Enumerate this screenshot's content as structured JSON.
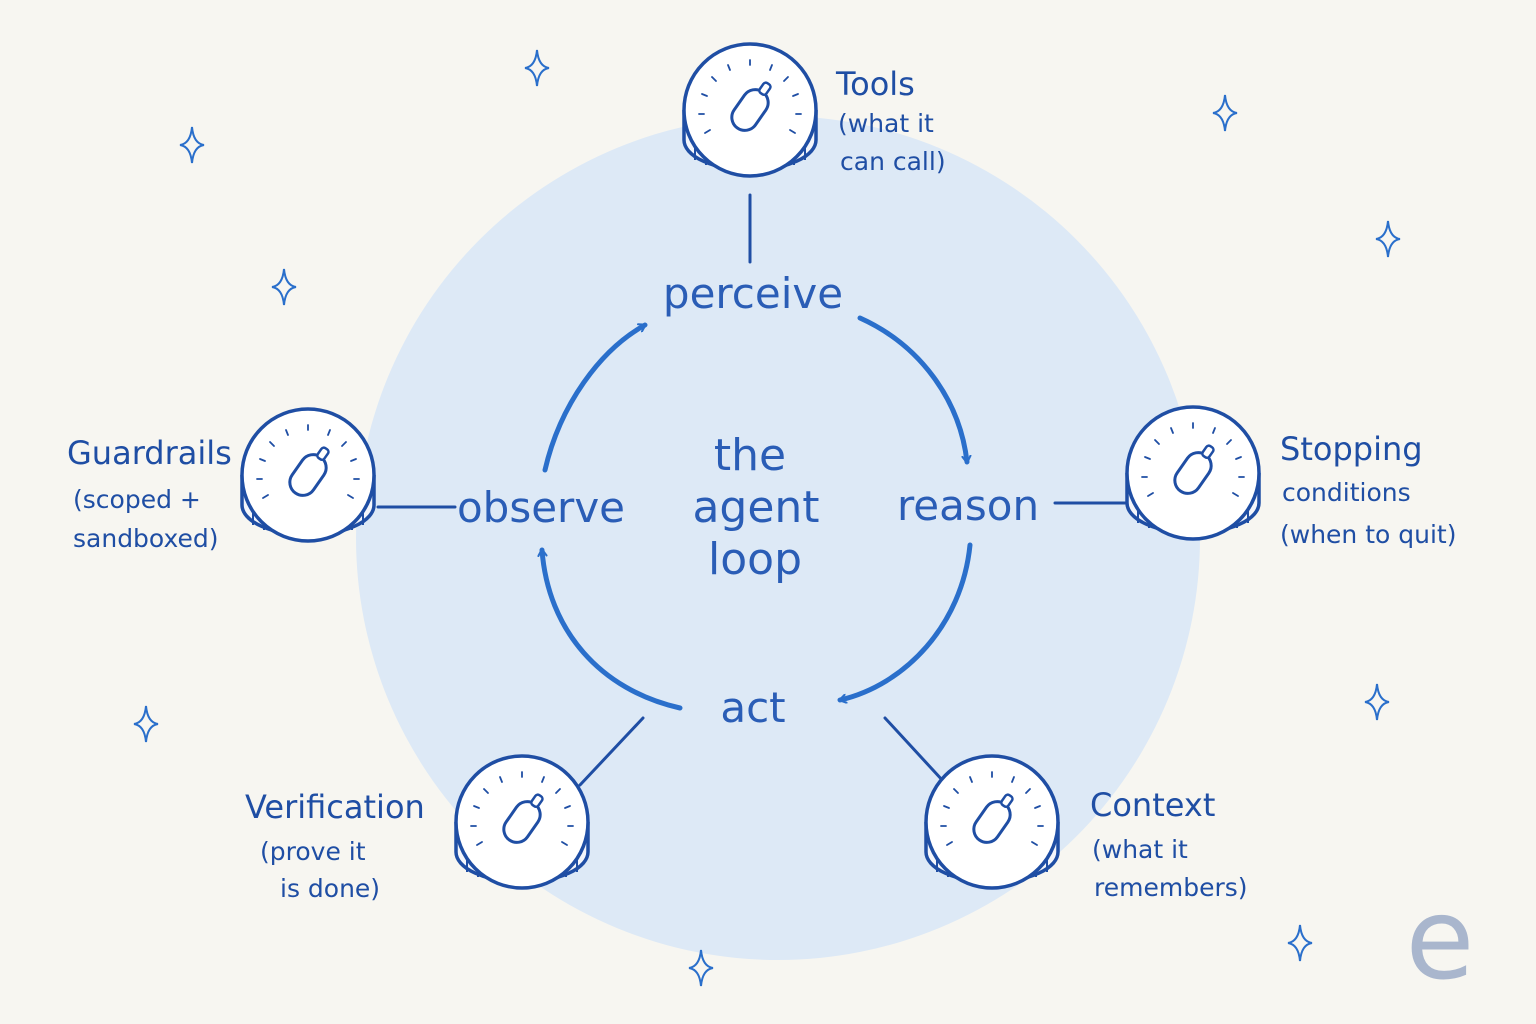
{
  "colors": {
    "background": "#f7f6f1",
    "circle": "#dde9f6",
    "ink": "#2a5db6",
    "ink_dark": "#1f4ea4",
    "logo": "#a9b6cd"
  },
  "diagram": {
    "center": [
      "the",
      "agent",
      "loop"
    ],
    "stages": {
      "perceive": "perceive",
      "reason": "reason",
      "act": "act",
      "observe": "observe"
    },
    "knobs": {
      "tools": {
        "title": "Tools",
        "lines": [
          "(what it",
          "can call)"
        ],
        "icon": "dial-knob-icon"
      },
      "stopping": {
        "title": "Stopping",
        "lines": [
          "conditions",
          "(when to quit)"
        ],
        "icon": "dial-knob-icon"
      },
      "context": {
        "title": "Context",
        "lines": [
          "(what it",
          "remembers)"
        ],
        "icon": "dial-knob-icon"
      },
      "verification": {
        "title": "Verification",
        "lines": [
          "(prove it",
          "is done)"
        ],
        "icon": "dial-knob-icon"
      },
      "guardrails": {
        "title": "Guardrails",
        "lines": [
          "(scoped +",
          "sandboxed)"
        ],
        "icon": "dial-knob-icon"
      }
    }
  },
  "logo": {
    "letter": "e"
  }
}
